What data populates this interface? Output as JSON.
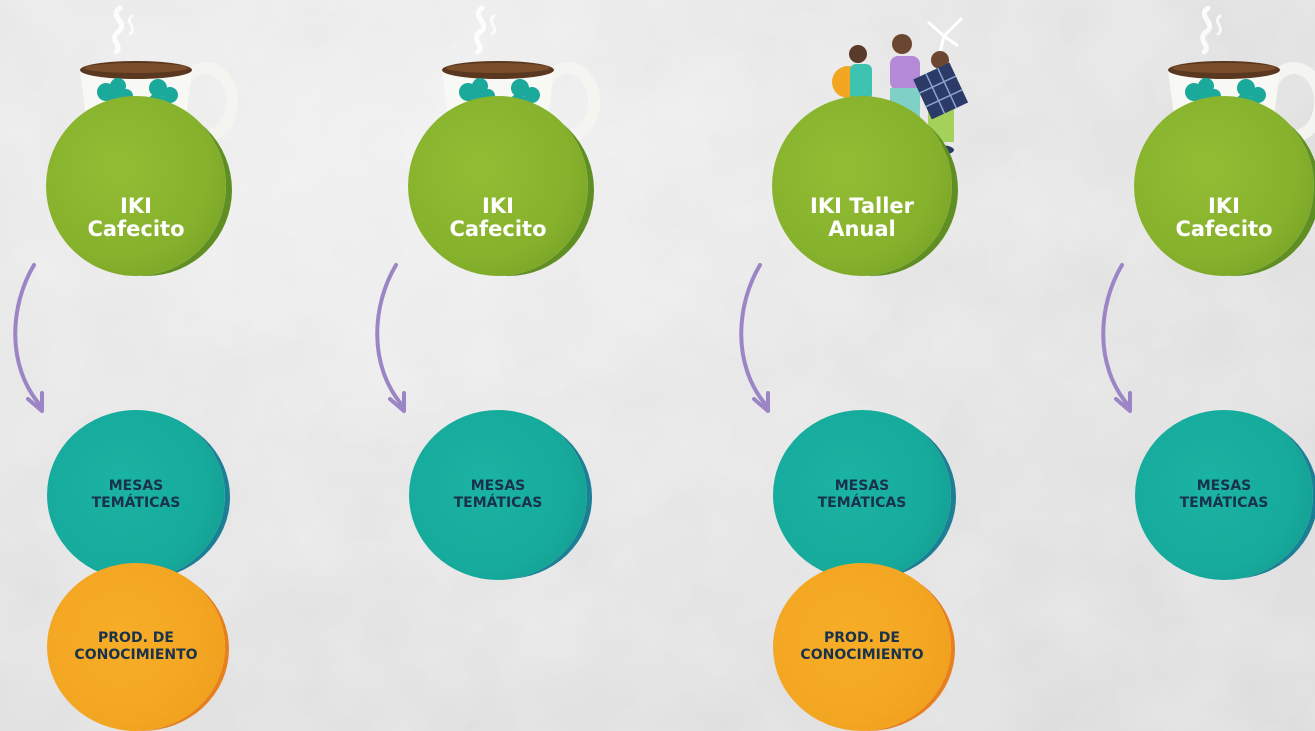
{
  "columns": [
    {
      "event_label": "IKI\nCafecito",
      "illustration": "coffee-cup",
      "mesas_label": "MESAS\nTEMÁTICAS",
      "prod_label": "PROD. DE\nCONOCIMIENTO"
    },
    {
      "event_label": "IKI\nCafecito",
      "illustration": "coffee-cup",
      "mesas_label": "MESAS\nTEMÁTICAS",
      "prod_label": null
    },
    {
      "event_label": "IKI Taller\nAnual",
      "illustration": "people-with-solar-panel",
      "mesas_label": "MESAS\nTEMÁTICAS",
      "prod_label": "PROD. DE\nCONOCIMIENTO"
    },
    {
      "event_label": "IKI\nCafecito",
      "illustration": "coffee-cup",
      "mesas_label": "MESAS\nTEMÁTICAS",
      "prod_label": null
    }
  ],
  "colors": {
    "event_green": "#86b12c",
    "mesas_teal": "#16ab9c",
    "prod_orange": "#f3a622",
    "arrow_purple": "#9b85c4",
    "label_navy": "#17324a",
    "cup_teal": "#1aa99a"
  }
}
